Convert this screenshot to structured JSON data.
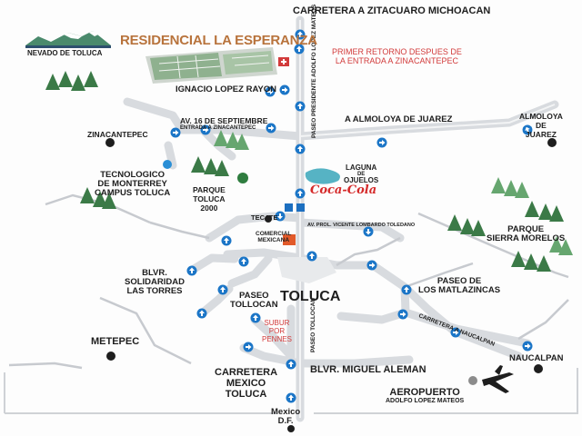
{
  "header": {
    "road_north": "CARRETERA A ZITACUARO MICHOACAN"
  },
  "brand": {
    "title": "RESIDENCIAL LA ESPERANZA",
    "title_color": "#b8733c"
  },
  "notes": {
    "retorno_line1": "PRIMER RETORNO DESPUES DE",
    "retorno_line2": "LA ENTRADA A ZINACANTEPEC",
    "subur_line1": "SUBUR",
    "subur_line2": "POR",
    "subur_line3": "PENNES"
  },
  "roads": {
    "main_vertical": "PASEO PRESIDENTE ADOLFO LOPEZ MATEOS",
    "av16_line1": "AV. 16 DE SEPTIEMBRE",
    "av16_line2": "ENTRADA A ZINACANTEPEC",
    "almoloya_road": "A ALMOLOYA DE JUAREZ",
    "lombardo": "AV. PROL. VICENTE LOMBARDO TOLEDANO",
    "paseo_tollocan_vertical": "PASEO TOLLOCAN",
    "carretera_naucalpan": "CARRETERA A NAUCALPAN",
    "blvr_miguel_aleman": "BLVR. MIGUEL ALEMAN"
  },
  "places": {
    "nevado": "NEVADO DE TOLUCA",
    "ignacio": "IGNACIO LOPEZ RAYON",
    "zinacantepec": "ZINACANTEPEC",
    "almoloya_line1": "ALMOLOYA",
    "almoloya_line2": "DE",
    "almoloya_line3": "JUAREZ",
    "tec_line1": "TECNOLOGICO",
    "tec_line2": "DE MONTERREY",
    "tec_line3": "CAMPUS TOLUCA",
    "parque2000_line1": "PARQUE",
    "parque2000_line2": "TOLUCA",
    "parque2000_line3": "2000",
    "laguna_line1": "LAGUNA",
    "laguna_line2": "DE",
    "laguna_line3": "OJUELOS",
    "cocacola": "Coca-Cola",
    "tecate": "TECATE",
    "comercial_line1": "COMERCIAL",
    "comercial_line2": "MEXICANA",
    "sierra_line1": "PARQUE",
    "sierra_line2": "SIERRA MORELOS",
    "solidaridad_line1": "BLVR.",
    "solidaridad_line2": "SOLIDARIDAD",
    "solidaridad_line3": "LAS TORRES",
    "matlazincas_line1": "PASEO DE",
    "matlazincas_line2": "LOS MATLAZINCAS",
    "paseo_line1": "PASEO",
    "paseo_line2": "TOLLOCAN",
    "toluca": "TOLUCA",
    "metepec": "METEPEC",
    "naucalpan": "NAUCALPAN",
    "cmt_line1": "CARRETERA",
    "cmt_line2": "MEXICO",
    "cmt_line3": "TOLUCA",
    "aeropuerto_line1": "AEROPUERTO",
    "aeropuerto_line2": "ADOLFO LOPEZ MATEOS",
    "mexico_line1": "Mexico",
    "mexico_line2": "D.F."
  },
  "colors": {
    "road": "#e2e4e7",
    "road_edge": "#c9ccd0",
    "arrow": "#1c76c7",
    "tree": "#3b7a47",
    "tree_light": "#66a66f",
    "park_dot": "#2f7d3f",
    "tec_dot": "#2a8fd6",
    "city_dot": "#1e1e1e",
    "airport_dot": "#8c8c8c",
    "lagoon": "#56b3c4",
    "cocacola": "#d52a2a",
    "note_red": "#d23b3b"
  }
}
